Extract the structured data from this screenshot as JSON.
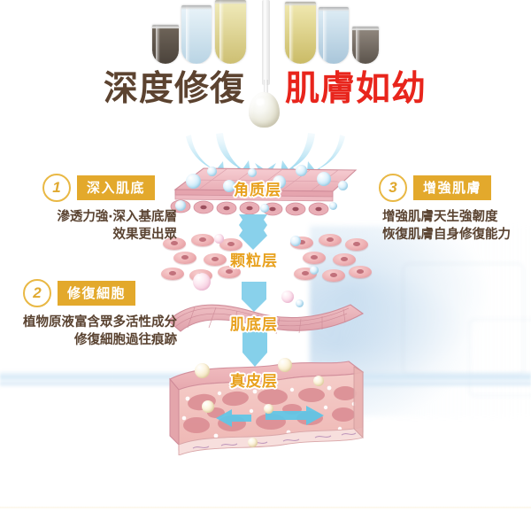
{
  "heading": {
    "left": "深度修復",
    "right": "肌膚如幼"
  },
  "colors": {
    "heading_left": "#5c4330",
    "heading_right": "#e8251c",
    "badge_gold": "#e3a92c",
    "circle_gold": "#e9b844",
    "label_gold": "#e8a11e",
    "body_text": "#5a4331",
    "arrow_cyan": "#5ec7e8",
    "skin_pink": "#eab3b8"
  },
  "annotations": [
    {
      "number": "1",
      "tag": "深入肌底",
      "lines": [
        "滲透力強‧深入基底層",
        "效果更出眾"
      ]
    },
    {
      "number": "2",
      "tag": "修復細胞",
      "lines": [
        "植物原液富含眾多活性成分",
        "修復細胞過往痕跡"
      ]
    },
    {
      "number": "3",
      "tag": "增強肌膚",
      "lines": [
        "增強肌膚天生強韌度",
        "恢復肌膚自身修復能力"
      ]
    }
  ],
  "skin_layers": [
    {
      "label": "角质层"
    },
    {
      "label": "颗粒层"
    },
    {
      "label": "肌底层"
    },
    {
      "label": "真皮层"
    }
  ],
  "top_tubes": [
    {
      "fill": "#8b8173"
    },
    {
      "fill": "#cfe3ee"
    },
    {
      "fill": "#d8cf92"
    },
    {
      "fill": "#d8cf92"
    },
    {
      "fill": "#c9dded"
    },
    {
      "fill": "#9a9086"
    }
  ]
}
